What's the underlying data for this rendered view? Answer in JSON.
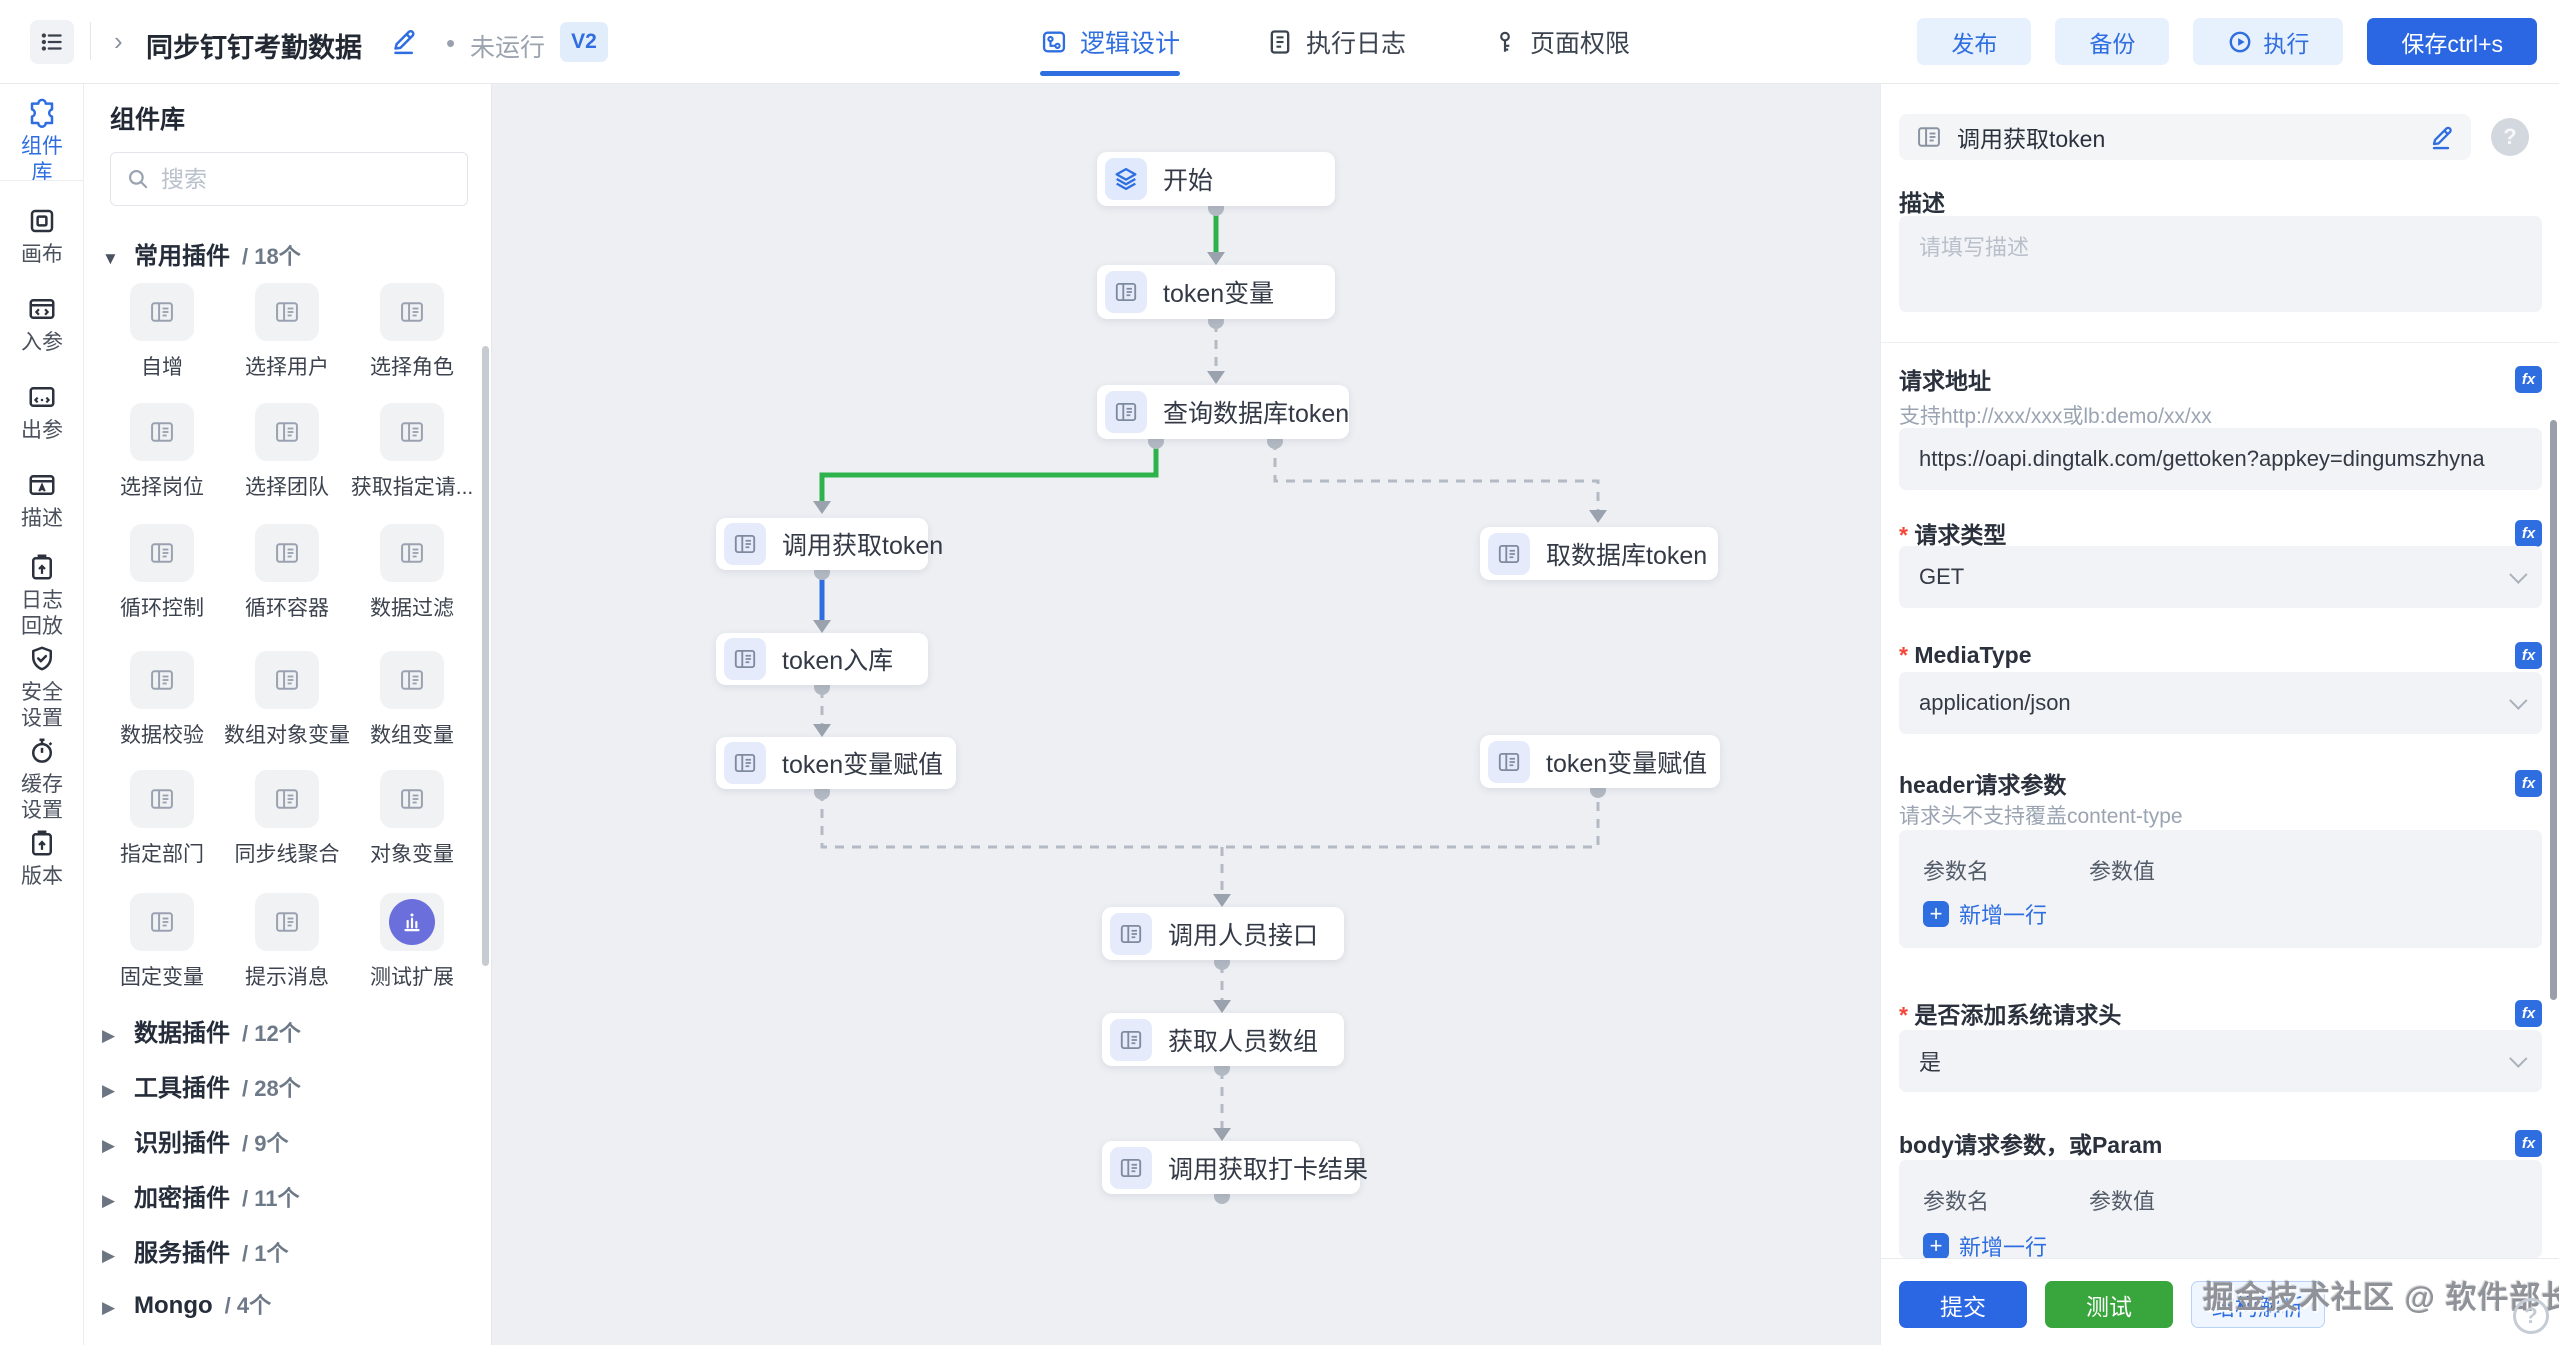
{
  "topbar": {
    "title": "同步钉钉考勤数据",
    "status": "未运行",
    "version_badge": "V2",
    "tabs": [
      {
        "label": "逻辑设计"
      },
      {
        "label": "执行日志"
      },
      {
        "label": "页面权限"
      }
    ],
    "actions": {
      "publish": "发布",
      "backup": "备份",
      "run": "执行",
      "save": "保存ctrl+s"
    }
  },
  "rail": {
    "items": [
      {
        "label": "组件库"
      },
      {
        "label": "画布"
      },
      {
        "label": "入参"
      },
      {
        "label": "出参"
      },
      {
        "label": "描述"
      },
      {
        "label": "日志回放"
      },
      {
        "label": "安全设置"
      },
      {
        "label": "缓存设置"
      },
      {
        "label": "版本"
      }
    ]
  },
  "library": {
    "title": "组件库",
    "search_placeholder": "搜索",
    "sections": [
      {
        "label": "常用插件",
        "count": "/ 18个",
        "items": [
          "自增",
          "选择用户",
          "选择角色",
          "选择岗位",
          "选择团队",
          "获取指定请...",
          "循环控制",
          "循环容器",
          "数据过滤",
          "数据校验",
          "数组对象变量",
          "数组变量",
          "指定部门",
          "同步线聚合",
          "对象变量",
          "固定变量",
          "提示消息",
          "测试扩展"
        ]
      },
      {
        "label": "数据插件",
        "count": "/ 12个"
      },
      {
        "label": "工具插件",
        "count": "/ 28个"
      },
      {
        "label": "识别插件",
        "count": "/ 9个"
      },
      {
        "label": "加密插件",
        "count": "/ 11个"
      },
      {
        "label": "服务插件",
        "count": "/ 1个"
      },
      {
        "label": "Mongo",
        "count": "/ 4个"
      }
    ]
  },
  "canvas": {
    "nodes": {
      "start": "开始",
      "token_var": "token变量",
      "query_db_token": "查询数据库token",
      "call_get_token": "调用获取token",
      "token_store": "token入库",
      "token_assign_left": "token变量赋值",
      "get_db_token": "取数据库token",
      "token_assign_right": "token变量赋值",
      "call_person_api": "调用人员接口",
      "get_person_array": "获取人员数组",
      "call_punch_result": "调用获取打卡结果"
    }
  },
  "inspector": {
    "node_title": "调用获取token",
    "desc_label": "描述",
    "desc_placeholder": "请填写描述",
    "fields": {
      "url_label": "请求地址",
      "url_hint": "支持http://xxx/xxx或lb:demo/xx/xx",
      "url_value": "https://oapi.dingtalk.com/gettoken?appkey=dingumszhyna",
      "method_label": "请求类型",
      "method_value": "GET",
      "mediatype_label": "MediaType",
      "mediatype_value": "application/json",
      "header_label": "header请求参数",
      "header_hint": "请求头不支持覆盖content-type",
      "param_name_col": "参数名",
      "param_value_col": "参数值",
      "add_row": "新增一行",
      "sys_header_label": "是否添加系统请求头",
      "sys_header_value": "是",
      "body_label": "body请求参数，或Param"
    },
    "footer": {
      "submit": "提交",
      "test": "测试",
      "structure": "结构解析"
    }
  },
  "watermark": "掘金技术社区 @ 软件部长",
  "colors": {
    "accent": "#2f6ee0",
    "edge_green": "#2eb34c",
    "edge_blue": "#2f6ee0",
    "save_blue": "#2b66e3",
    "test_green": "#38a63c"
  }
}
